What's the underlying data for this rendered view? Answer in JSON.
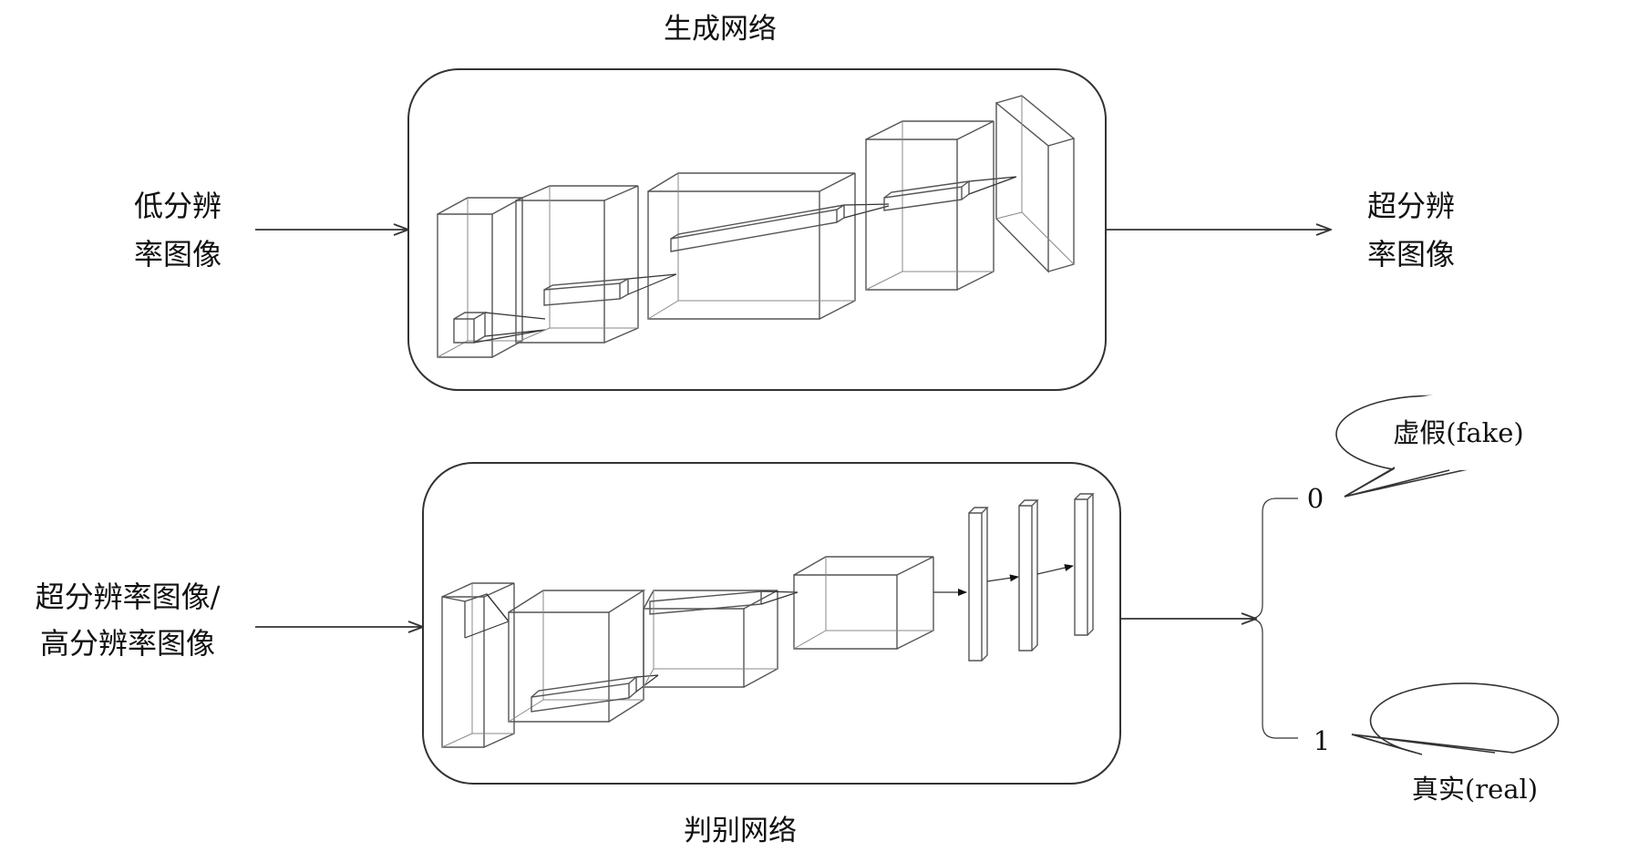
{
  "generator": {
    "title": "生成网络",
    "input_label": [
      "低分辨",
      "率图像"
    ],
    "output_label": [
      "超分辨",
      "率图像"
    ]
  },
  "discriminator": {
    "title": "判别网络",
    "input_label": [
      "超分辨率图像/",
      "高分辨率图像"
    ],
    "output_0": "0",
    "output_1": "1",
    "callout_fake": "虚假(fake)",
    "callout_real": "真实(real)"
  }
}
